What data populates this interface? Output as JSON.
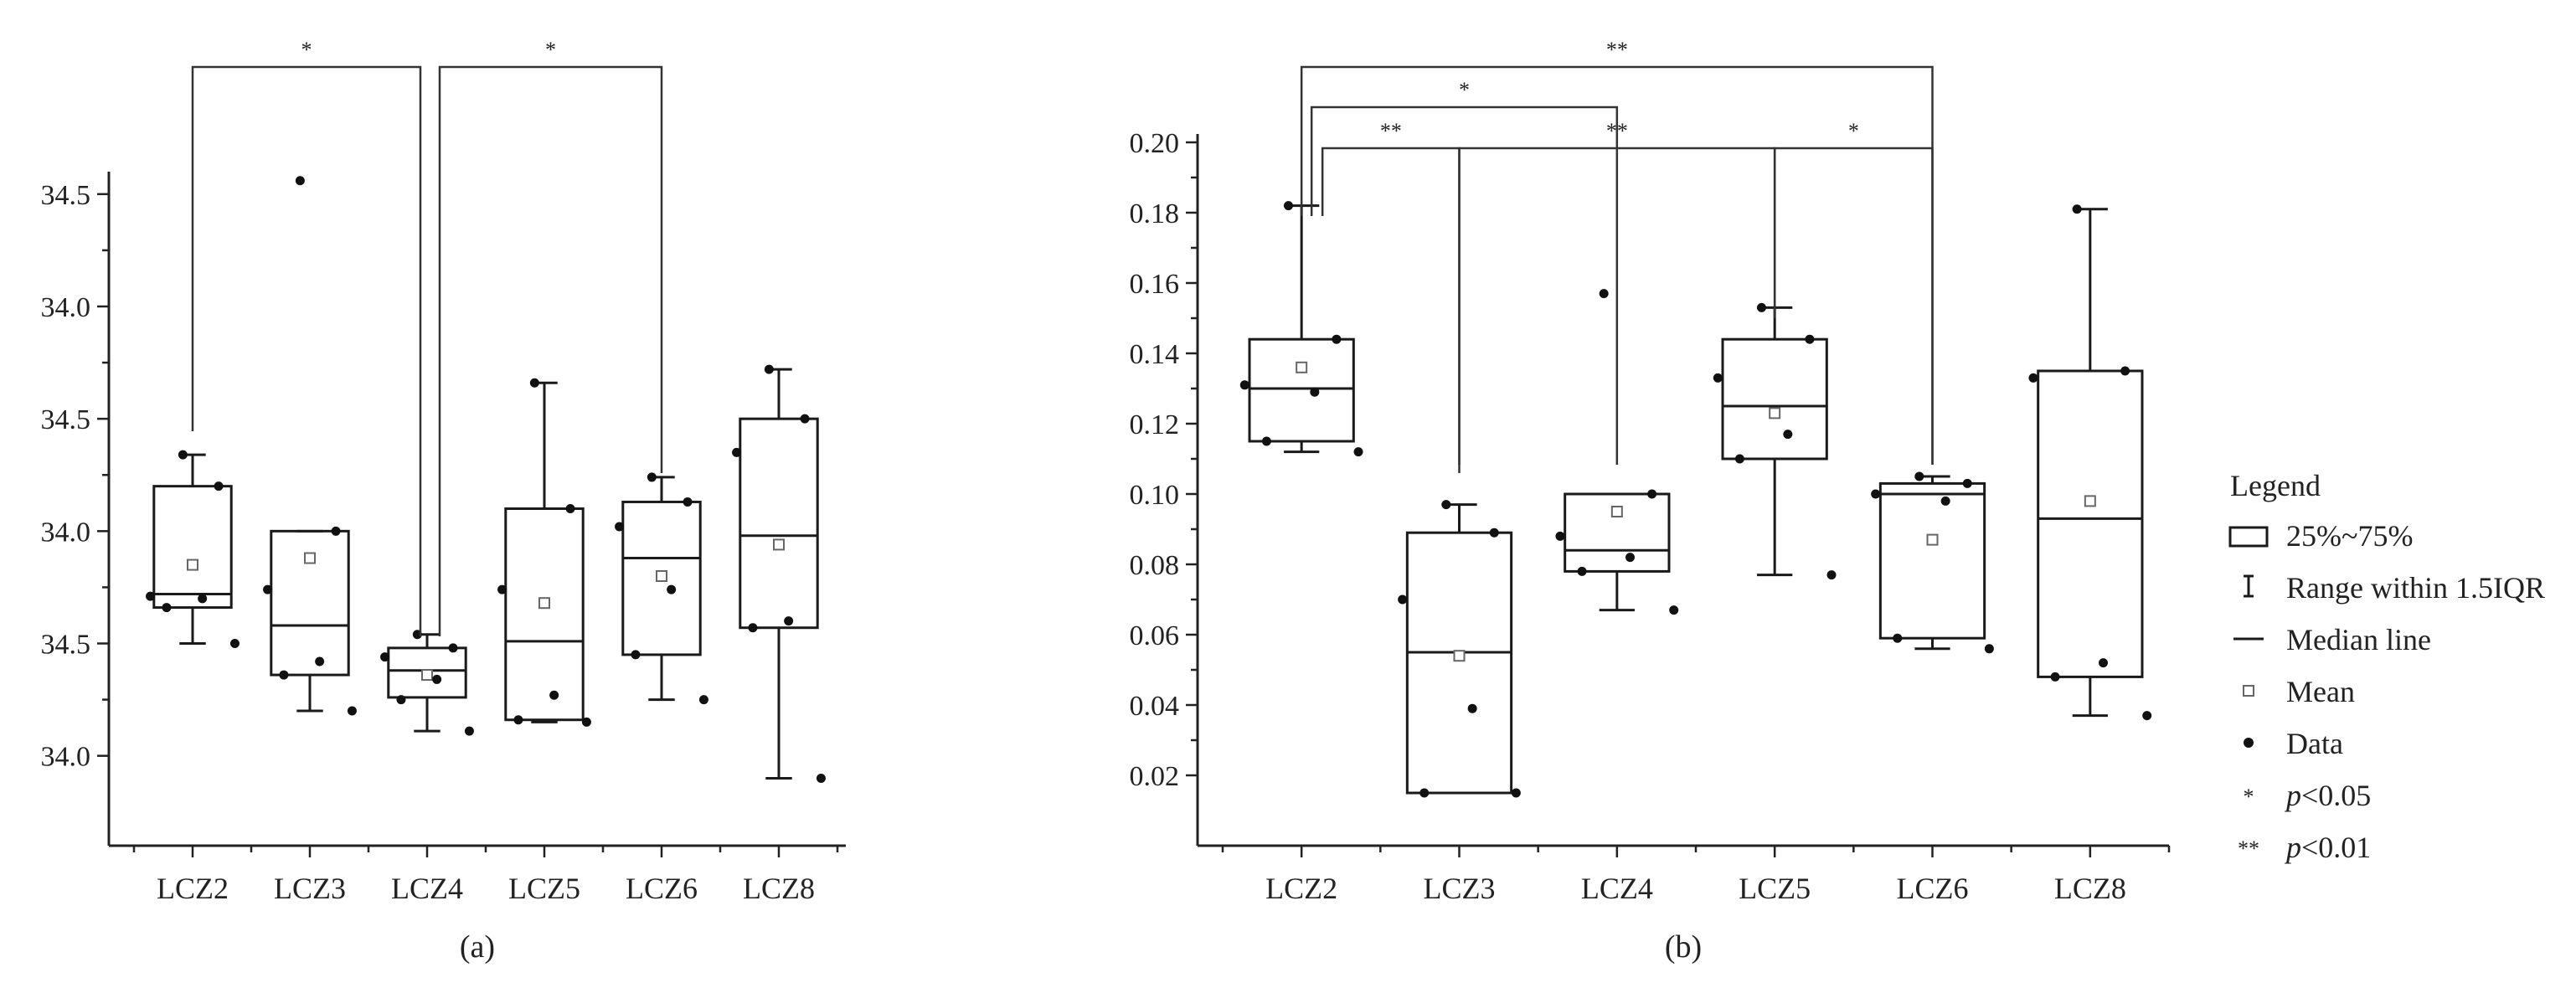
{
  "chart_data": [
    {
      "type": "box",
      "panel_label": "(a)",
      "xlabel": "",
      "ylabel": "",
      "ylim": [
        33.8,
        35.3
      ],
      "ytick_values": [
        34.0,
        34.25,
        34.5,
        34.75,
        35.0,
        35.25
      ],
      "ytick_labels": [
        "34.0",
        "34.5",
        "34.0",
        "34.5",
        "34.0",
        "34.5"
      ],
      "categories": [
        "LCZ2",
        "LCZ3",
        "LCZ4",
        "LCZ5",
        "LCZ6",
        "LCZ8"
      ],
      "boxes": [
        {
          "category": "LCZ2",
          "whisker_low": 34.25,
          "q1": 34.33,
          "median": 34.36,
          "q3": 34.6,
          "whisker_high": 34.67,
          "mean": 34.425,
          "points": [
            34.67,
            34.6,
            34.355,
            34.35,
            34.33,
            34.25
          ]
        },
        {
          "category": "LCZ3",
          "whisker_low": 34.1,
          "q1": 34.18,
          "median": 34.29,
          "q3": 34.5,
          "whisker_high": 34.5,
          "mean": 34.44,
          "points": [
            35.28,
            34.5,
            34.37,
            34.21,
            34.18,
            34.1
          ]
        },
        {
          "category": "LCZ4",
          "whisker_low": 34.055,
          "q1": 34.13,
          "median": 34.19,
          "q3": 34.24,
          "whisker_high": 34.27,
          "mean": 34.18,
          "points": [
            34.27,
            34.24,
            34.22,
            34.17,
            34.125,
            34.055
          ]
        },
        {
          "category": "LCZ5",
          "whisker_low": 34.075,
          "q1": 34.08,
          "median": 34.255,
          "q3": 34.55,
          "whisker_high": 34.83,
          "mean": 34.34,
          "points": [
            34.83,
            34.55,
            34.37,
            34.135,
            34.08,
            34.075
          ]
        },
        {
          "category": "LCZ6",
          "whisker_low": 34.125,
          "q1": 34.225,
          "median": 34.44,
          "q3": 34.565,
          "whisker_high": 34.62,
          "mean": 34.4,
          "points": [
            34.62,
            34.565,
            34.51,
            34.37,
            34.225,
            34.125
          ]
        },
        {
          "category": "LCZ8",
          "whisker_low": 33.95,
          "q1": 34.285,
          "median": 34.49,
          "q3": 34.75,
          "whisker_high": 34.86,
          "mean": 34.47,
          "points": [
            34.86,
            34.75,
            34.675,
            34.3,
            34.285,
            33.95
          ]
        }
      ],
      "significance": [
        {
          "from": "LCZ2",
          "to": "LCZ4",
          "label": "*"
        },
        {
          "from": "LCZ4",
          "to": "LCZ6",
          "label": "*"
        }
      ]
    },
    {
      "type": "box",
      "panel_label": "(b)",
      "xlabel": "",
      "ylabel": "",
      "ylim": [
        0.0,
        0.2
      ],
      "ytick_values": [
        0.02,
        0.04,
        0.06,
        0.08,
        0.1,
        0.12,
        0.14,
        0.16,
        0.18,
        0.2
      ],
      "ytick_labels": [
        "0.02",
        "0.04",
        "0.06",
        "0.08",
        "0.10",
        "0.12",
        "0.14",
        "0.16",
        "0.18",
        "0.20"
      ],
      "categories": [
        "LCZ2",
        "LCZ3",
        "LCZ4",
        "LCZ5",
        "LCZ6",
        "LCZ8"
      ],
      "boxes": [
        {
          "category": "LCZ2",
          "whisker_low": 0.112,
          "q1": 0.115,
          "median": 0.13,
          "q3": 0.144,
          "whisker_high": 0.182,
          "mean": 0.136,
          "points": [
            0.182,
            0.144,
            0.131,
            0.129,
            0.115,
            0.112
          ]
        },
        {
          "category": "LCZ3",
          "whisker_low": 0.015,
          "q1": 0.015,
          "median": 0.055,
          "q3": 0.089,
          "whisker_high": 0.097,
          "mean": 0.054,
          "points": [
            0.097,
            0.089,
            0.07,
            0.039,
            0.015,
            0.015
          ]
        },
        {
          "category": "LCZ4",
          "whisker_low": 0.067,
          "q1": 0.078,
          "median": 0.084,
          "q3": 0.1,
          "whisker_high": 0.1,
          "mean": 0.095,
          "points": [
            0.157,
            0.1,
            0.088,
            0.082,
            0.078,
            0.067
          ]
        },
        {
          "category": "LCZ5",
          "whisker_low": 0.077,
          "q1": 0.11,
          "median": 0.125,
          "q3": 0.144,
          "whisker_high": 0.153,
          "mean": 0.123,
          "points": [
            0.153,
            0.144,
            0.133,
            0.117,
            0.11,
            0.077
          ]
        },
        {
          "category": "LCZ6",
          "whisker_low": 0.056,
          "q1": 0.059,
          "median": 0.1,
          "q3": 0.103,
          "whisker_high": 0.105,
          "mean": 0.087,
          "points": [
            0.105,
            0.103,
            0.1,
            0.098,
            0.059,
            0.056
          ]
        },
        {
          "category": "LCZ8",
          "whisker_low": 0.037,
          "q1": 0.048,
          "median": 0.093,
          "q3": 0.135,
          "whisker_high": 0.181,
          "mean": 0.098,
          "points": [
            0.181,
            0.135,
            0.133,
            0.052,
            0.048,
            0.037
          ]
        }
      ],
      "significance": [
        {
          "from": "LCZ2",
          "to": "LCZ6",
          "label": "**"
        },
        {
          "from": "LCZ2",
          "to": "LCZ4",
          "label": "*"
        },
        {
          "from": "LCZ2",
          "to": "LCZ3",
          "label": "**"
        },
        {
          "from": "LCZ3",
          "to": "LCZ5",
          "label": "**"
        },
        {
          "from": "LCZ5",
          "to": "LCZ6",
          "label": "*"
        }
      ]
    }
  ],
  "legend": {
    "title": "Legend",
    "items": [
      {
        "symbol": "box",
        "label": "25%~75%"
      },
      {
        "symbol": "range",
        "label": "Range within 1.5IQR"
      },
      {
        "symbol": "median",
        "label": "Median line"
      },
      {
        "symbol": "mean",
        "label": "Mean"
      },
      {
        "symbol": "data",
        "label": "Data"
      },
      {
        "symbol": "star1",
        "label_italic": "p",
        "label": "<0.05"
      },
      {
        "symbol": "star2",
        "label_italic": "p",
        "label": "<0.01"
      }
    ]
  }
}
